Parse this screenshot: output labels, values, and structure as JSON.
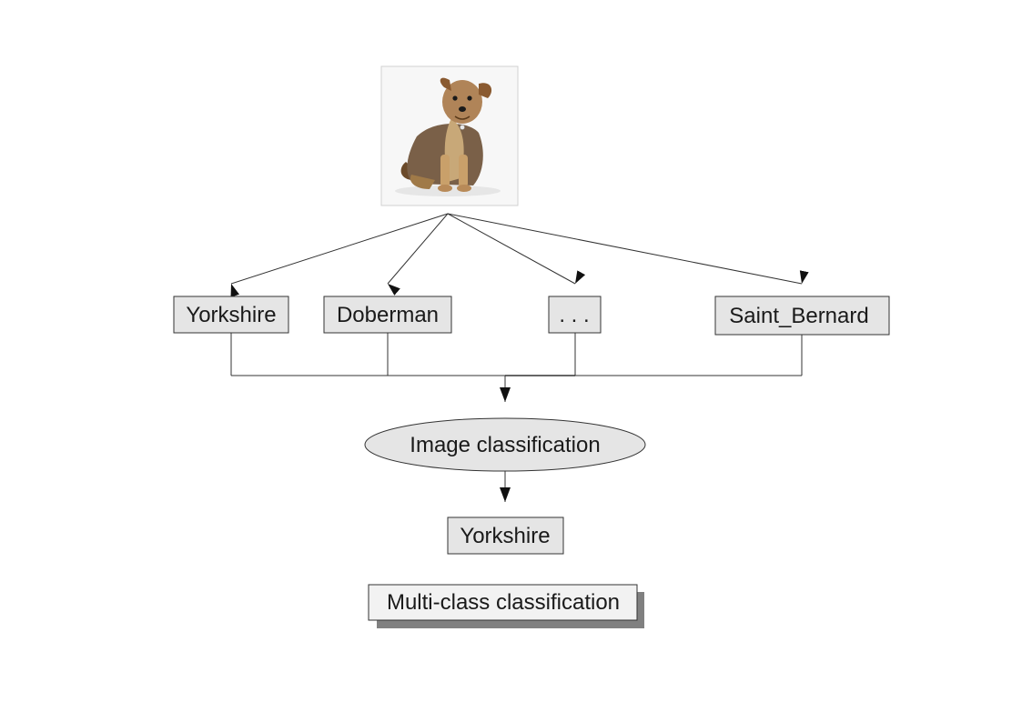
{
  "diagram": {
    "input_image": {
      "subject": "dog photo",
      "icon": "dog-photo-icon"
    },
    "class_labels": [
      {
        "label": "Yorkshire"
      },
      {
        "label": "Doberman"
      },
      {
        "label": ". . ."
      },
      {
        "label": "Saint_Bernard"
      }
    ],
    "process": {
      "label": "Image classification"
    },
    "output": {
      "label": "Yorkshire"
    },
    "caption": {
      "label": "Multi-class classification"
    },
    "colors": {
      "node_fill": "#e5e5e5",
      "node_stroke": "#333333",
      "line": "#333333",
      "shadow": "#808080",
      "caption_fill": "#f2f2f2"
    }
  }
}
